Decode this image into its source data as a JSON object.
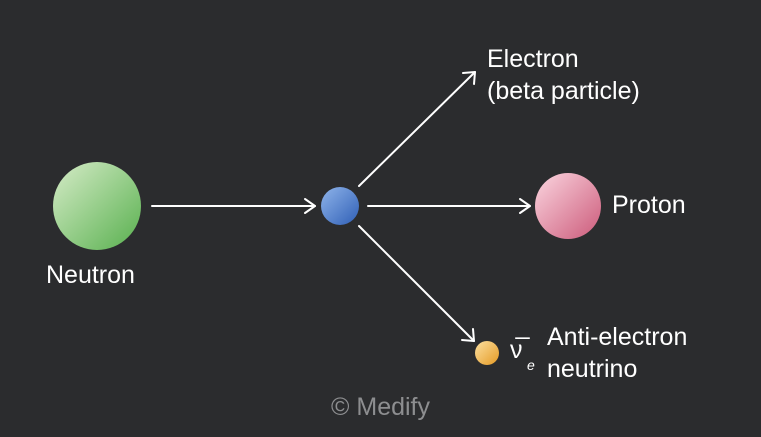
{
  "particles": {
    "neutron": {
      "label": "Neutron",
      "color": "#66b85a"
    },
    "intermediate": {
      "color": "#3f6fc4"
    },
    "electron": {
      "label_line1": "Electron",
      "label_line2": "(beta particle)"
    },
    "proton": {
      "label": "Proton",
      "color": "#d8708c"
    },
    "neutrino": {
      "symbol": "ν̅",
      "subscript": "e",
      "label_line1": "Anti-electron",
      "label_line2": "neutrino",
      "color": "#f0b040"
    }
  },
  "watermark": "© Medify",
  "colors": {
    "background": "#2b2c2e",
    "arrow": "#ffffff",
    "text": "#ffffff",
    "watermark": "#8d8e90"
  }
}
